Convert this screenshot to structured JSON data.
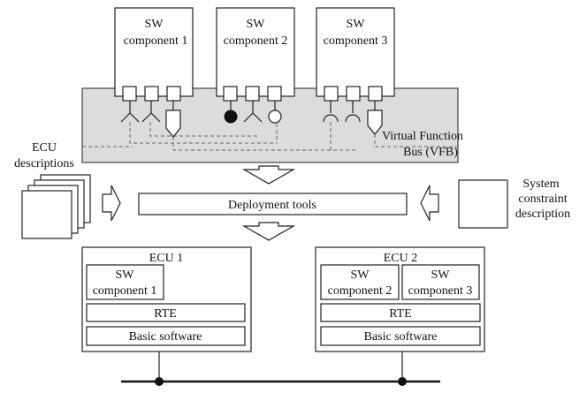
{
  "sw_components": {
    "c1": {
      "line1": "SW",
      "line2": "component 1"
    },
    "c2": {
      "line1": "SW",
      "line2": "component 2"
    },
    "c3": {
      "line1": "SW",
      "line2": "component 3"
    }
  },
  "vfb": {
    "line1": "Virtual Function",
    "line2": "Bus (VFB)"
  },
  "ecu_descriptions": {
    "line1": "ECU",
    "line2": "descriptions"
  },
  "system_constraint": {
    "line1": "System",
    "line2": "constraint",
    "line3": "description"
  },
  "deployment_tools": "Deployment tools",
  "ecu1": {
    "title": "ECU 1",
    "sw": {
      "line1": "SW",
      "line2": "component 1"
    },
    "rte": "RTE",
    "bsw": "Basic software"
  },
  "ecu2": {
    "title": "ECU 2",
    "sw_a": {
      "line1": "SW",
      "line2": "component 2"
    },
    "sw_b": {
      "line1": "SW",
      "line2": "component 3"
    },
    "rte": "RTE",
    "bsw": "Basic software"
  }
}
